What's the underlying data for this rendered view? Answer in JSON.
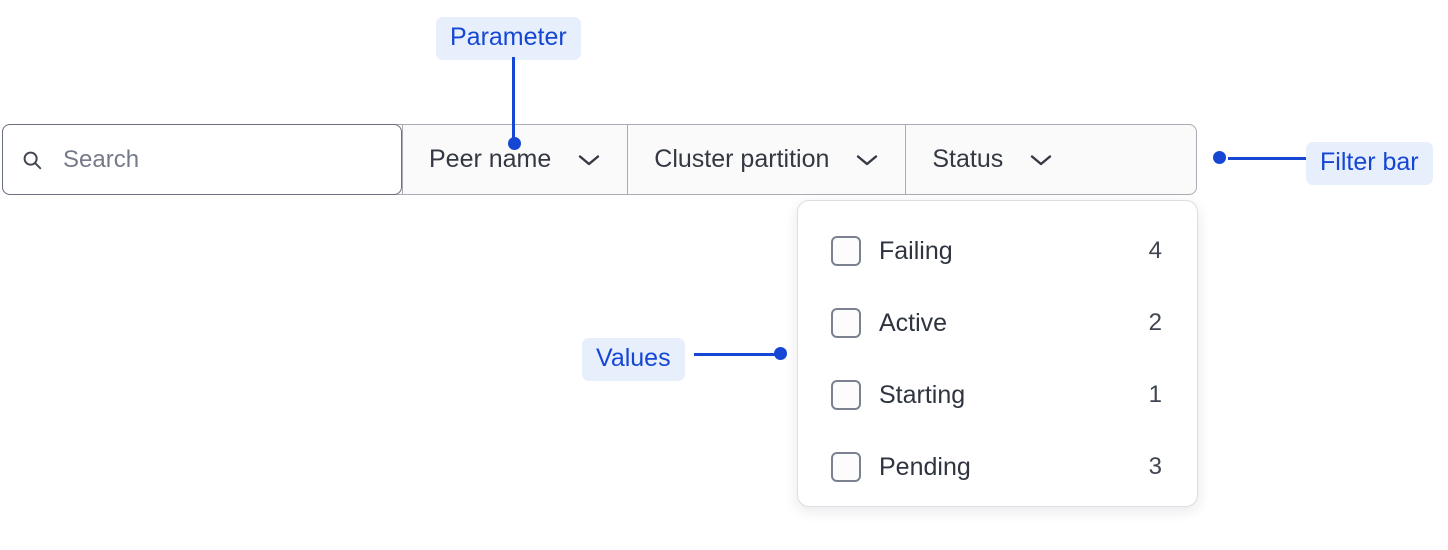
{
  "filter_bar": {
    "search": {
      "placeholder": "Search",
      "value": "",
      "icon": "search-icon"
    },
    "segments": [
      {
        "label": "Peer name",
        "icon": "chevron-down-icon"
      },
      {
        "label": "Cluster partition",
        "icon": "chevron-down-icon"
      },
      {
        "label": "Status",
        "icon": "chevron-down-icon"
      }
    ]
  },
  "dropdown": {
    "open_for": "Status",
    "options": [
      {
        "label": "Failing",
        "count": "4",
        "checked": false
      },
      {
        "label": "Active",
        "count": "2",
        "checked": false
      },
      {
        "label": "Starting",
        "count": "1",
        "checked": false
      },
      {
        "label": "Pending",
        "count": "3",
        "checked": false
      }
    ]
  },
  "annotations": {
    "parameter": "Parameter",
    "filter_bar": "Filter bar",
    "values": "Values",
    "accent_color": "#1547d4",
    "pill_background": "#e7eefc"
  }
}
